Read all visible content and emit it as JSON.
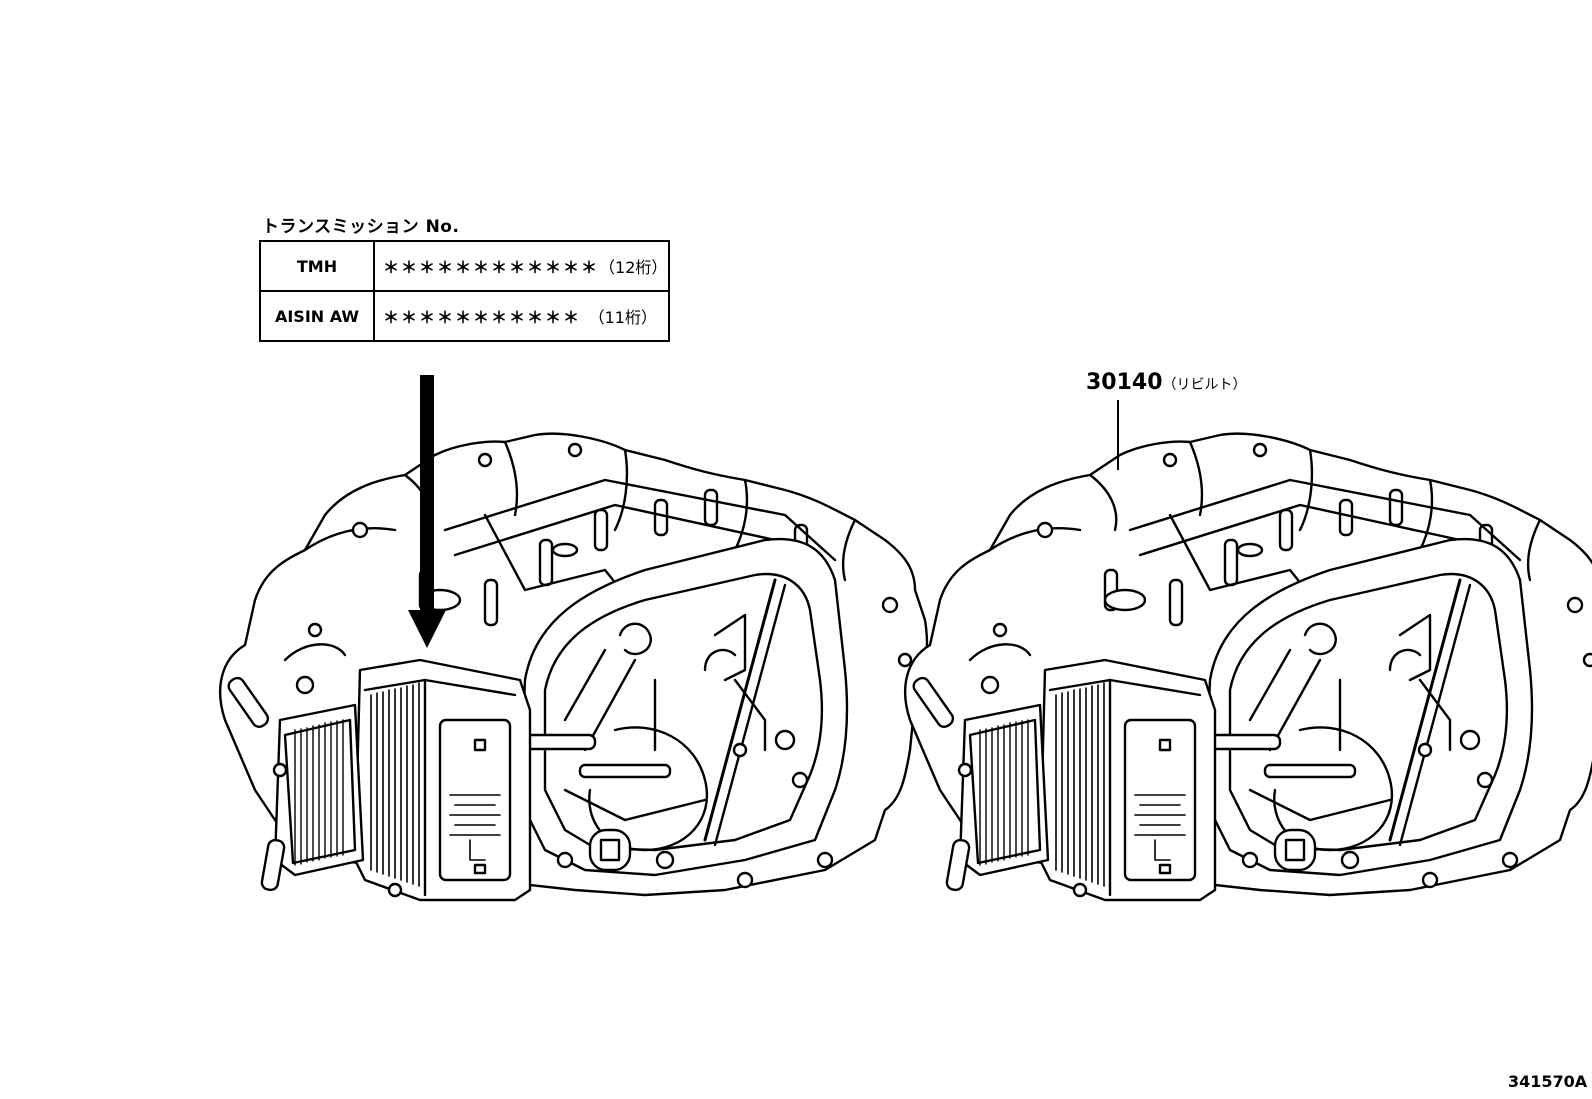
{
  "table": {
    "title": "トランスミッション No.",
    "rows": [
      {
        "maker": "TMH",
        "serial": "＊＊＊＊＊＊＊＊＊＊＊＊",
        "digits": "（12桁）"
      },
      {
        "maker": "AISIN AW",
        "serial": "＊＊＊＊＊＊＊＊＊＊＊ ",
        "digits": "（11桁）"
      }
    ]
  },
  "callout": {
    "part_number": "30140",
    "note": "（リビルト）"
  },
  "figure_id": "341570A"
}
